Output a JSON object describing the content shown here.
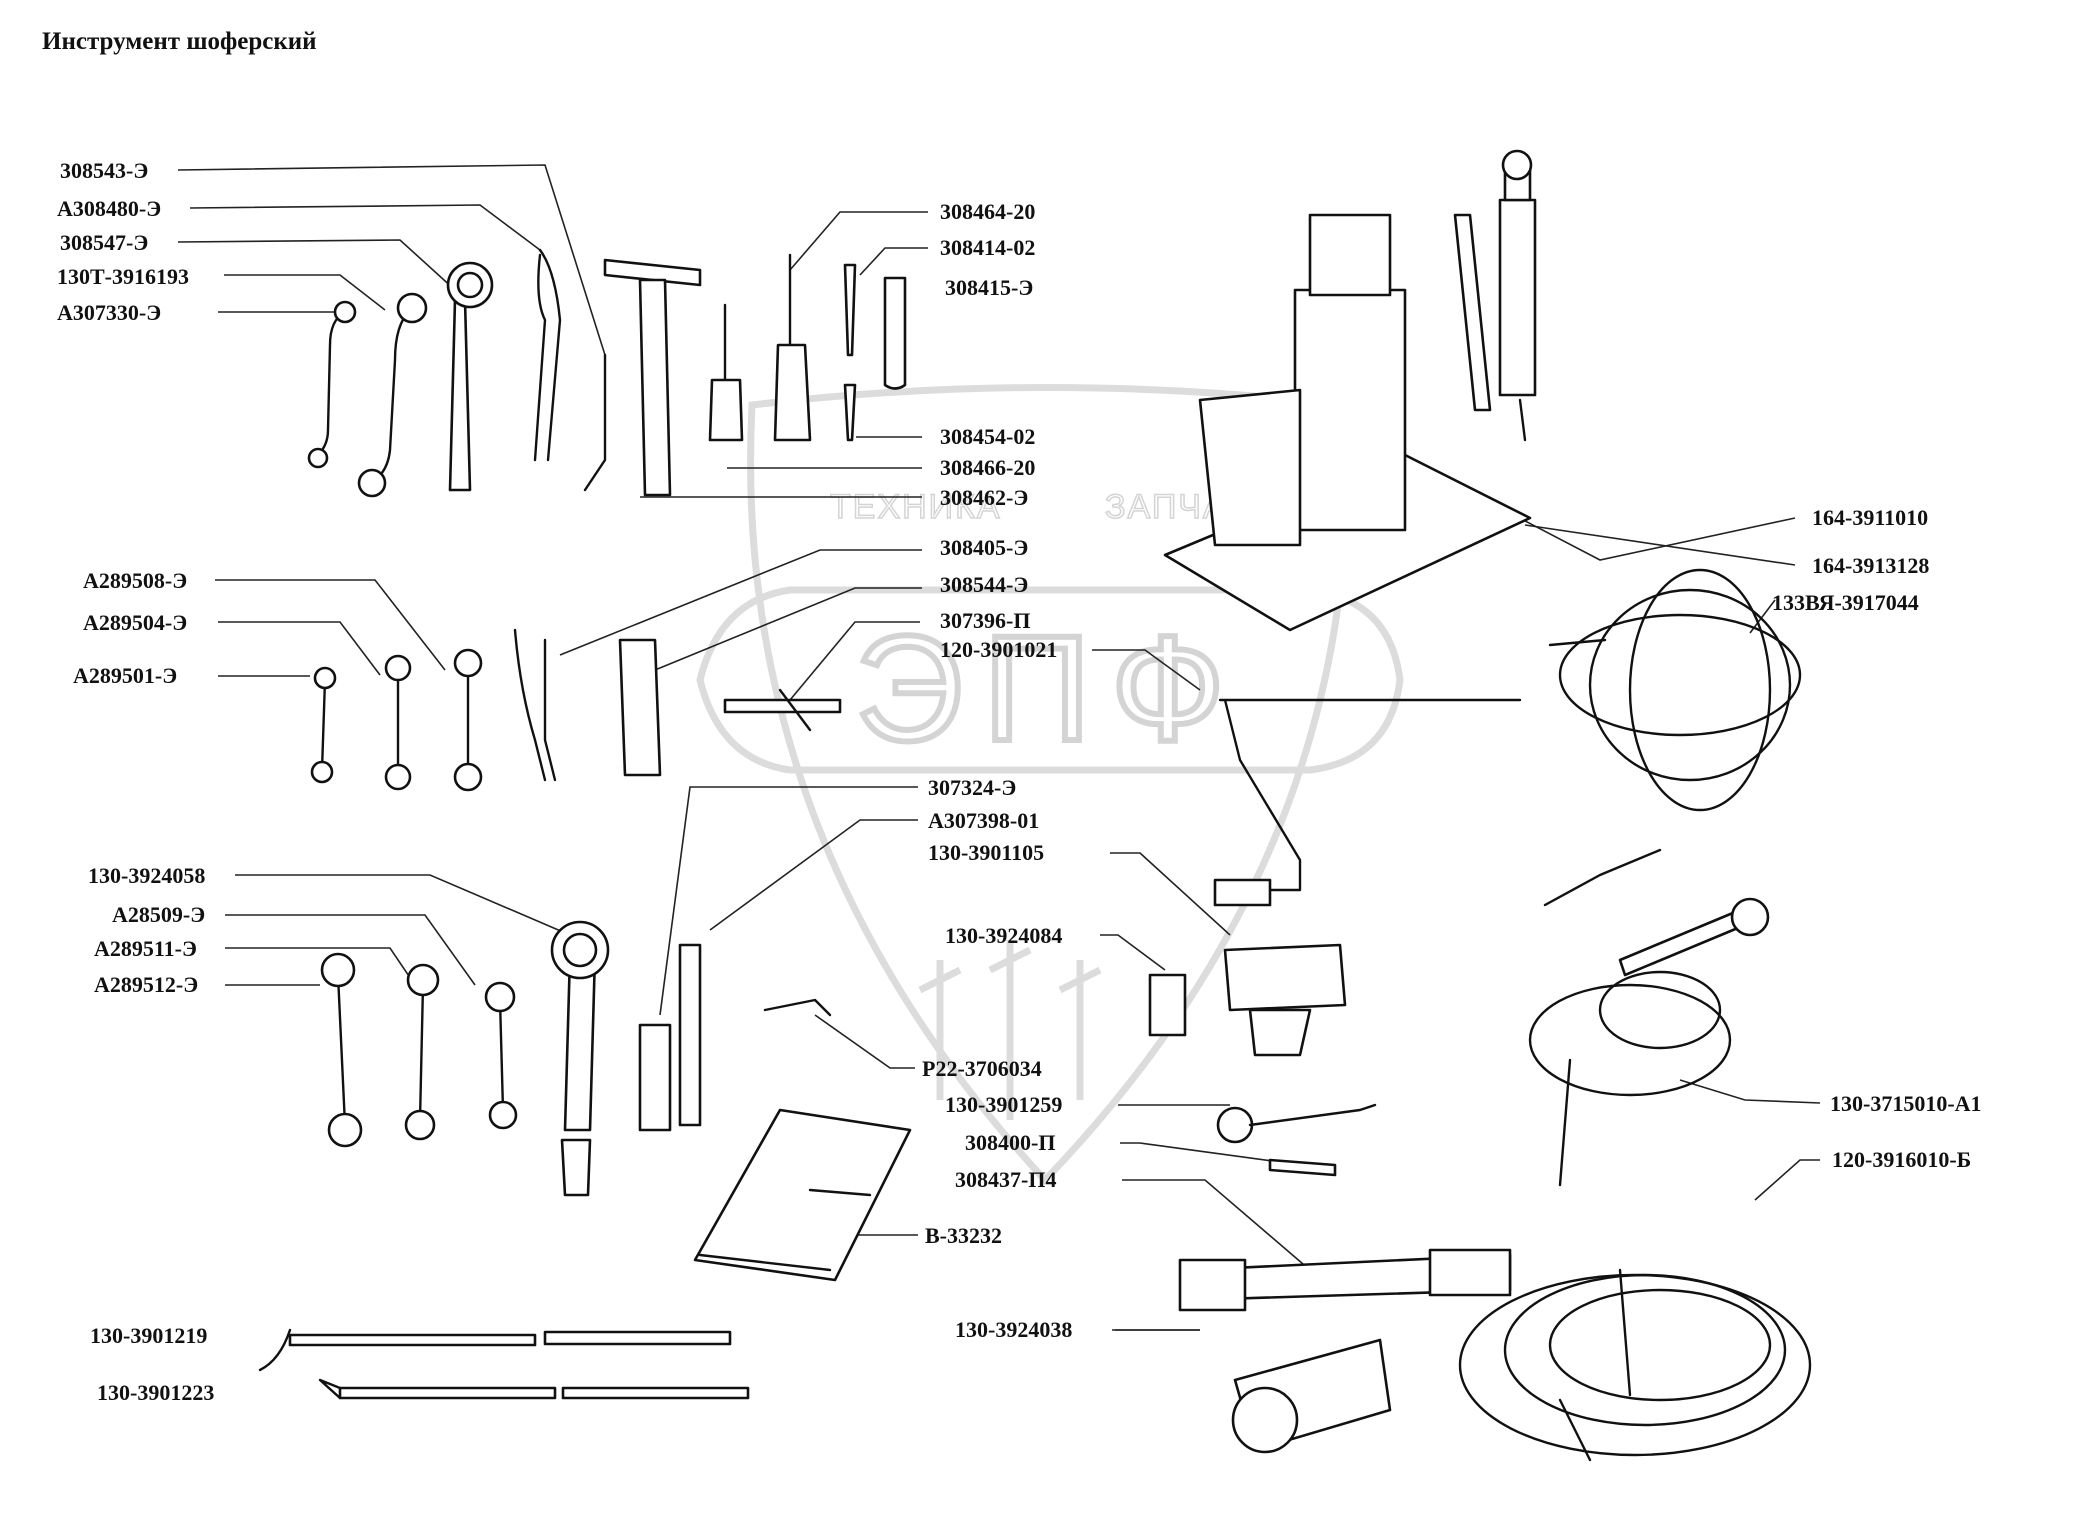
{
  "title": "Инструмент шоферский",
  "watermark": {
    "logo": "ЭПФ",
    "text_left": "ТЕХНИКА",
    "text_right": "ЗАПЧАСТИ"
  },
  "labels": {
    "l01": "308543-Э",
    "l02": "А308480-Э",
    "l03": "308547-Э",
    "l04": "130Т-3916193",
    "l05": "А307330-Э",
    "l06": "308464-20",
    "l07": "308414-02",
    "l08": "308415-Э",
    "l09": "308454-02",
    "l10": "308466-20",
    "l11": "308462-Э",
    "l12": "164-3911010",
    "l13": "164-3913128",
    "l14": "133ВЯ-3917044",
    "l15": "308405-Э",
    "l16": "308544-Э",
    "l17": "307396-П",
    "l18": "120-3901021",
    "l19": "А289508-Э",
    "l20": "А289504-Э",
    "l21": "А289501-Э",
    "l22": "307324-Э",
    "l23": "А307398-01",
    "l24": "130-3901105",
    "l25": "130-3924058",
    "l26": "А28509-Э",
    "l27": "А289511-Э",
    "l28": "А289512-Э",
    "l29": "130-3924084",
    "l30": "Р22-3706034",
    "l31": "130-3901259",
    "l32": "308400-П",
    "l33": "308437-П4",
    "l34": "130-3715010-А1",
    "l35": "120-3916010-Б",
    "l36": "В-33232",
    "l37": "130-3924038",
    "l38": "130-3901219",
    "l39": "130-3901223"
  }
}
